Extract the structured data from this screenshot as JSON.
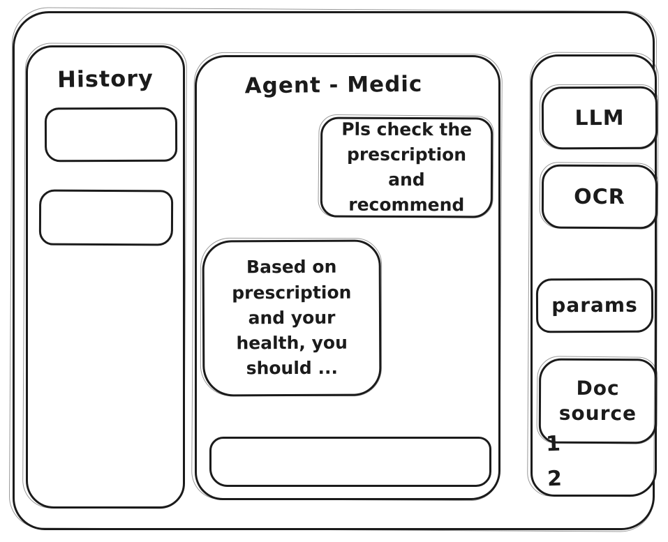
{
  "history_panel": {
    "title": "History",
    "items": [
      {
        "label": ""
      },
      {
        "label": ""
      }
    ]
  },
  "chat_panel": {
    "title": "Agent - Medic",
    "messages": {
      "user": {
        "role": "user",
        "text": "Pls check the prescription and recommend"
      },
      "agent": {
        "role": "agent",
        "text": "Based on prescription and your health, you should ..."
      }
    },
    "input": {
      "value": ""
    }
  },
  "tools_panel": {
    "buttons": [
      {
        "id": "llm",
        "label": "LLM"
      },
      {
        "id": "ocr",
        "label": "OCR"
      },
      {
        "id": "params",
        "label": "params"
      },
      {
        "id": "doc-source",
        "label": "Doc source"
      }
    ],
    "doc_sources": [
      "1",
      "2"
    ]
  },
  "colors": {
    "stroke": "#1b1b1b",
    "background": "#ffffff"
  }
}
